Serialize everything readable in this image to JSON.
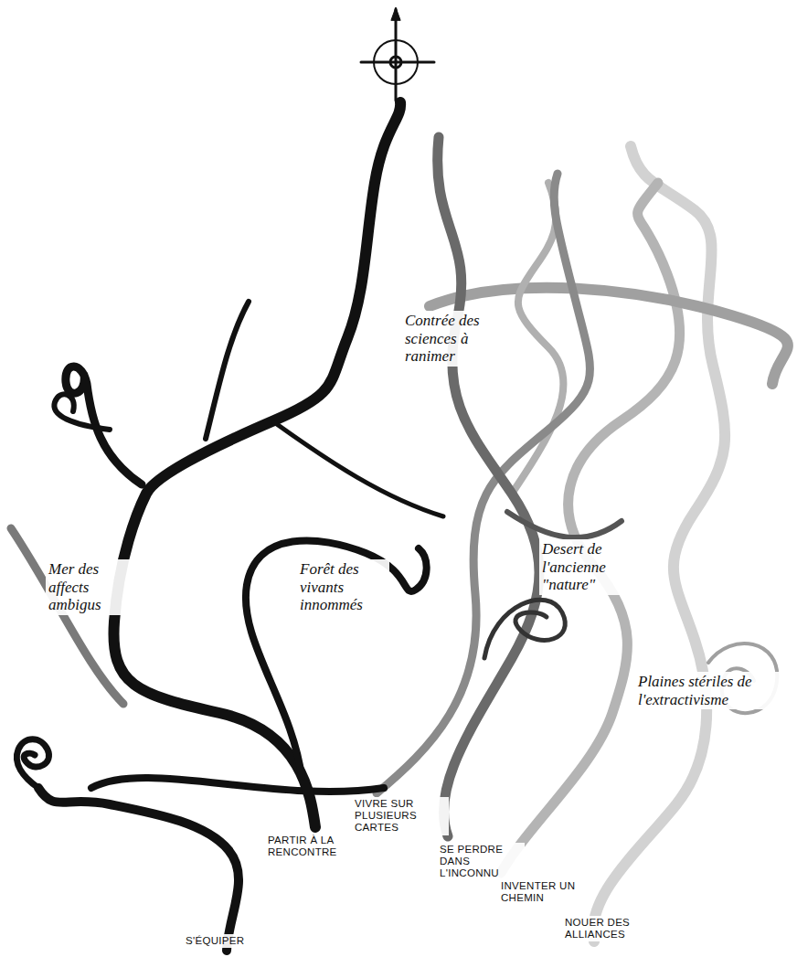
{
  "diagram": {
    "labels": [
      "Contrée des sciences à ranimer",
      "Mer des affects ambigus",
      "Forêt des vivants innommés",
      "Desert de l'ancienne \"nature\"",
      "Plaines stériles de l'extractivisme",
      "S'ÉQUIPER",
      "PARTIR À LA RENCONTRE",
      "VIVRE SUR PLUSIEURS CARTES",
      "SE PERDRE DANS L'INCONNU",
      "INVENTER UN CHEMIN",
      "NOUER DES ALLIANCES"
    ]
  }
}
